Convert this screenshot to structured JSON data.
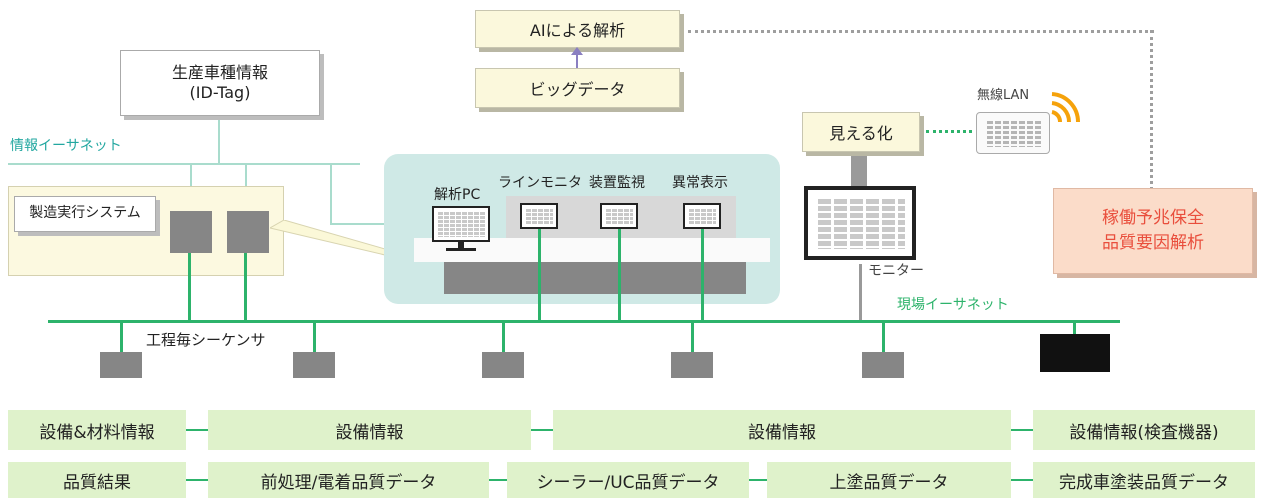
{
  "ai_analysis": "AIによる解析",
  "big_data": "ビッグデータ",
  "production_info": {
    "line1": "生産車種情報",
    "line2": "(ID-Tag)"
  },
  "info_ethernet": "情報イーサネット",
  "mes": "製造実行システム",
  "analysis_pc": "解析PC",
  "line_monitor": "ラインモニタ",
  "equipment_monitoring": "装置監視",
  "anomaly_display": "異常表示",
  "visualization": "見える化",
  "wireless_lan": "無線LAN",
  "monitor": "モニター",
  "field_ethernet": "現場イーサネット",
  "process_sequencer": "工程毎シーケンサ",
  "predictive": {
    "line1": "稼働予兆保全",
    "line2": "品質要因解析"
  },
  "row1": [
    "設備&材料情報",
    "設備情報",
    "設備情報",
    "設備情報(検査機器)"
  ],
  "row2": [
    "品質結果",
    "前処理/電着品質データ",
    "シーラー/UC品質データ",
    "上塗品質データ",
    "完成車塗装品質データ"
  ],
  "colors": {
    "ethernet_green": "#2db36b",
    "info_net": "#a9dccd",
    "accent_orange": "#e94e3c",
    "panel": "#cfe9e6",
    "bar": "#dff2cb"
  }
}
